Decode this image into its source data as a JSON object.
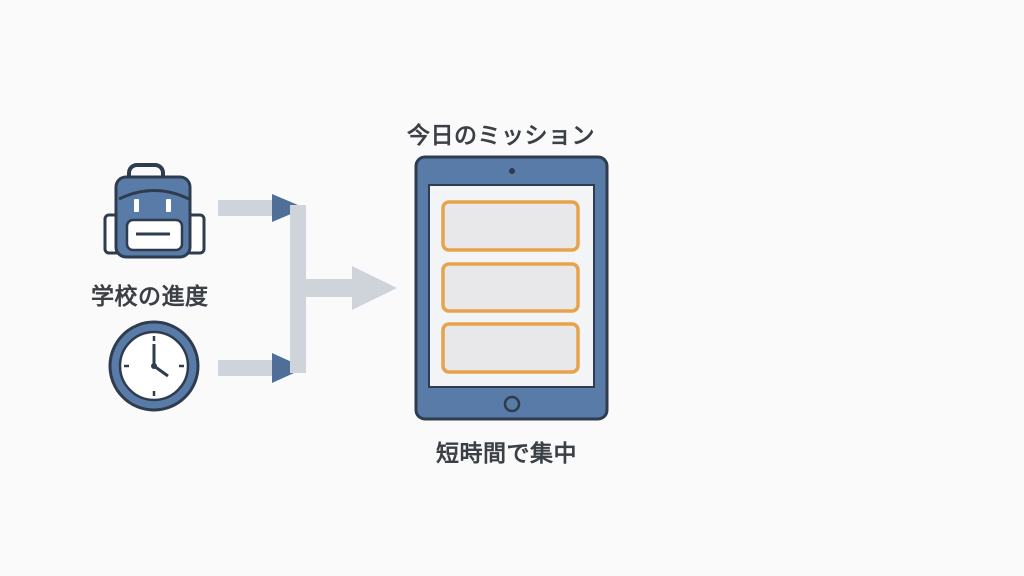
{
  "diagram": {
    "labels": {
      "school_progress": "学校の進度",
      "todays_mission": "今日のミッション",
      "short_focus": "短時間で集中"
    },
    "icons": {
      "backpack": "backpack-icon",
      "clock": "clock-icon",
      "tablet": "tablet-icon"
    },
    "colors": {
      "background": "#fafafa",
      "navy": "#4f6f99",
      "outline": "#2f3c4d",
      "gray_arrow": "#cfd4da",
      "orange": "#e7a34c",
      "panel_fill": "#e8e8ea",
      "tablet_fill": "#f3f4f6"
    }
  }
}
